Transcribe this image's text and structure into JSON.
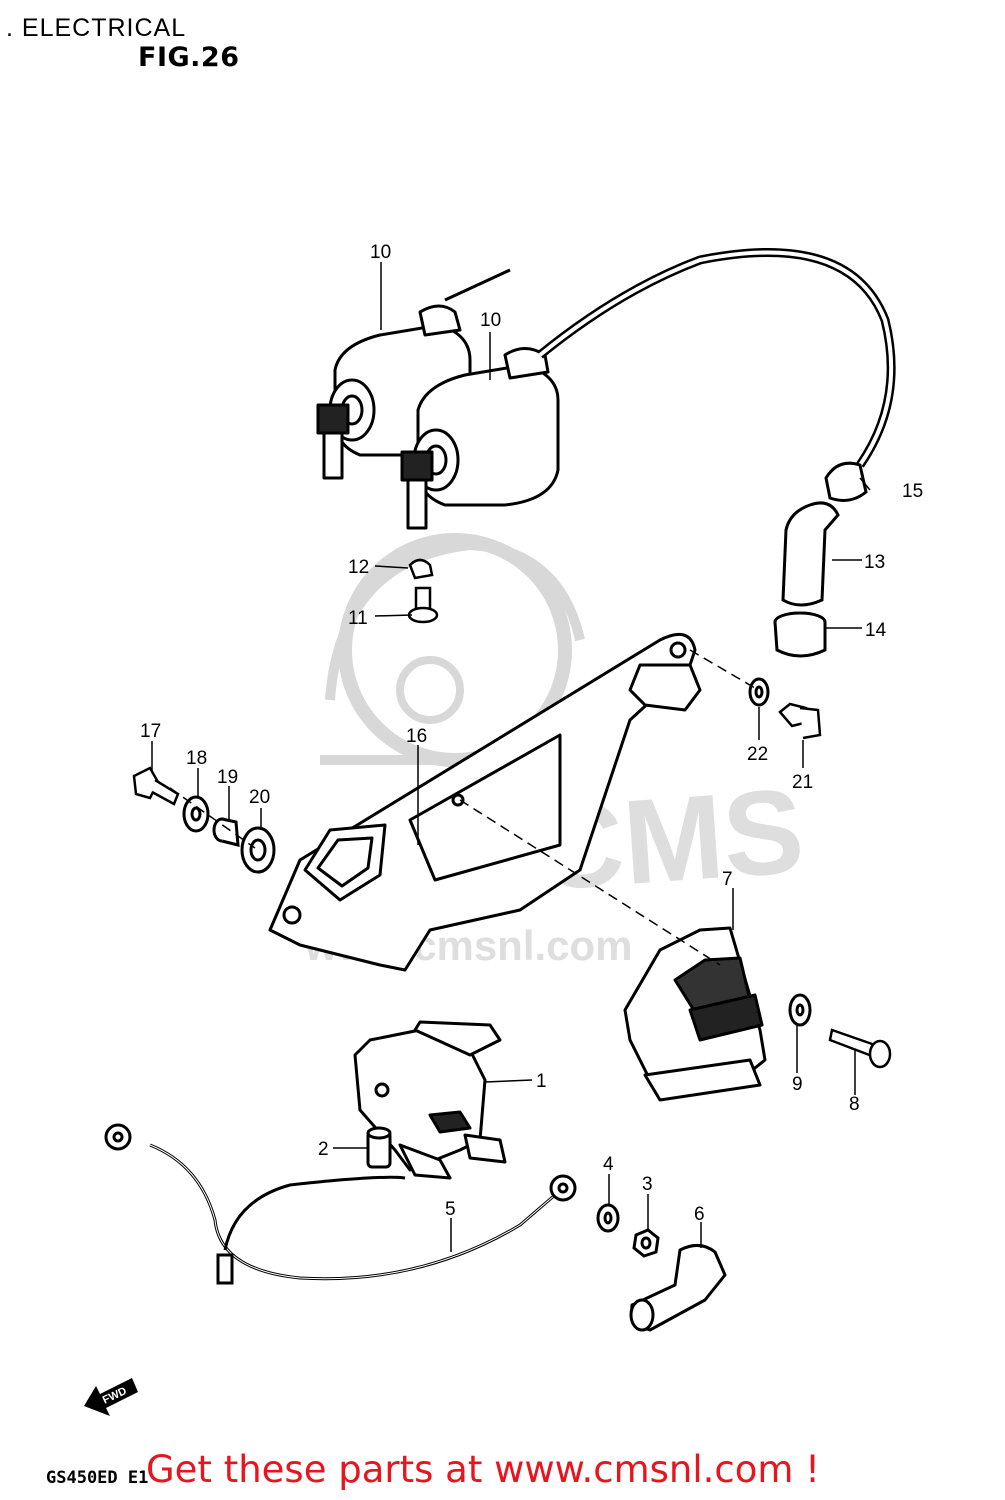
{
  "header": {
    "section_title": ". ELECTRICAL",
    "figure_label": "FIG.26"
  },
  "callouts": [
    {
      "number": "1"
    },
    {
      "number": "2"
    },
    {
      "number": "3"
    },
    {
      "number": "4"
    },
    {
      "number": "5"
    },
    {
      "number": "6"
    },
    {
      "number": "7"
    },
    {
      "number": "8"
    },
    {
      "number": "9"
    },
    {
      "number": "10"
    },
    {
      "number": "10"
    },
    {
      "number": "11"
    },
    {
      "number": "12"
    },
    {
      "number": "13"
    },
    {
      "number": "14"
    },
    {
      "number": "15"
    },
    {
      "number": "16"
    },
    {
      "number": "17"
    },
    {
      "number": "18"
    },
    {
      "number": "19"
    },
    {
      "number": "20"
    },
    {
      "number": "21"
    },
    {
      "number": "22"
    }
  ],
  "watermark": {
    "text": "www.cmsnl.com",
    "logo_text": "CMS"
  },
  "footer": {
    "model_code": "GS450ED E1",
    "promo_text": "Get these parts at www.cmsnl.com !",
    "promo_color": "#e8141e"
  },
  "icons": {
    "forward_arrow": "fwd-arrow-icon",
    "forward_label": "FWD"
  }
}
